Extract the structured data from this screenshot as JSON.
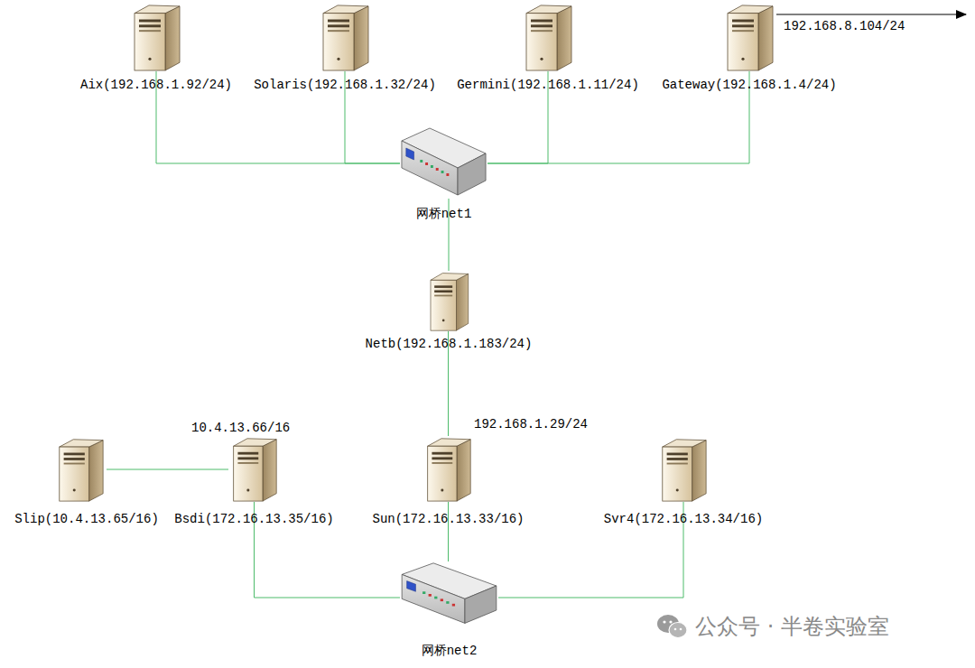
{
  "diagram": {
    "nodes": [
      {
        "text": [
          "Aix(192.168.1.92/24)"
        ]
      },
      {
        "text": [
          "Solaris(192.168.1.32/24)"
        ]
      },
      {
        "text": [
          "Germini(192.168.1.11/24)"
        ]
      },
      {
        "text": [
          "Gateway(192.168.1.4/24)",
          "192.168.8.104/24"
        ]
      },
      {
        "text": [
          "网桥net1"
        ]
      },
      {
        "text": [
          "Netb(192.168.1.183/24)"
        ]
      },
      {
        "text": [
          "Slip(10.4.13.65/16)"
        ]
      },
      {
        "text": [
          "Bsdi(172.16.13.35/16)",
          "10.4.13.66/16"
        ]
      },
      {
        "text": [
          "Sun(172.16.13.33/16)",
          "192.168.1.29/24"
        ]
      },
      {
        "text": [
          "Svr4(172.16.13.34/16)"
        ]
      },
      {
        "text": [
          "网桥net2"
        ]
      }
    ],
    "edges": [
      {
        "from": 0,
        "to": 4,
        "arrow": "none"
      },
      {
        "from": 1,
        "to": 4,
        "arrow": "none"
      },
      {
        "from": 2,
        "to": 4,
        "arrow": "none"
      },
      {
        "from": 3,
        "to": 4,
        "arrow": "none"
      },
      {
        "from": 4,
        "to": 5,
        "arrow": "none"
      },
      {
        "from": 5,
        "to": 8,
        "arrow": "none"
      },
      {
        "from": 6,
        "to": 7,
        "arrow": "none"
      },
      {
        "from": 7,
        "to": 10,
        "arrow": "none"
      },
      {
        "from": 8,
        "to": 10,
        "arrow": "none"
      },
      {
        "from": 9,
        "to": 10,
        "arrow": "none"
      }
    ],
    "labels": [
      "公众号 · 半卷实验室"
    ]
  }
}
